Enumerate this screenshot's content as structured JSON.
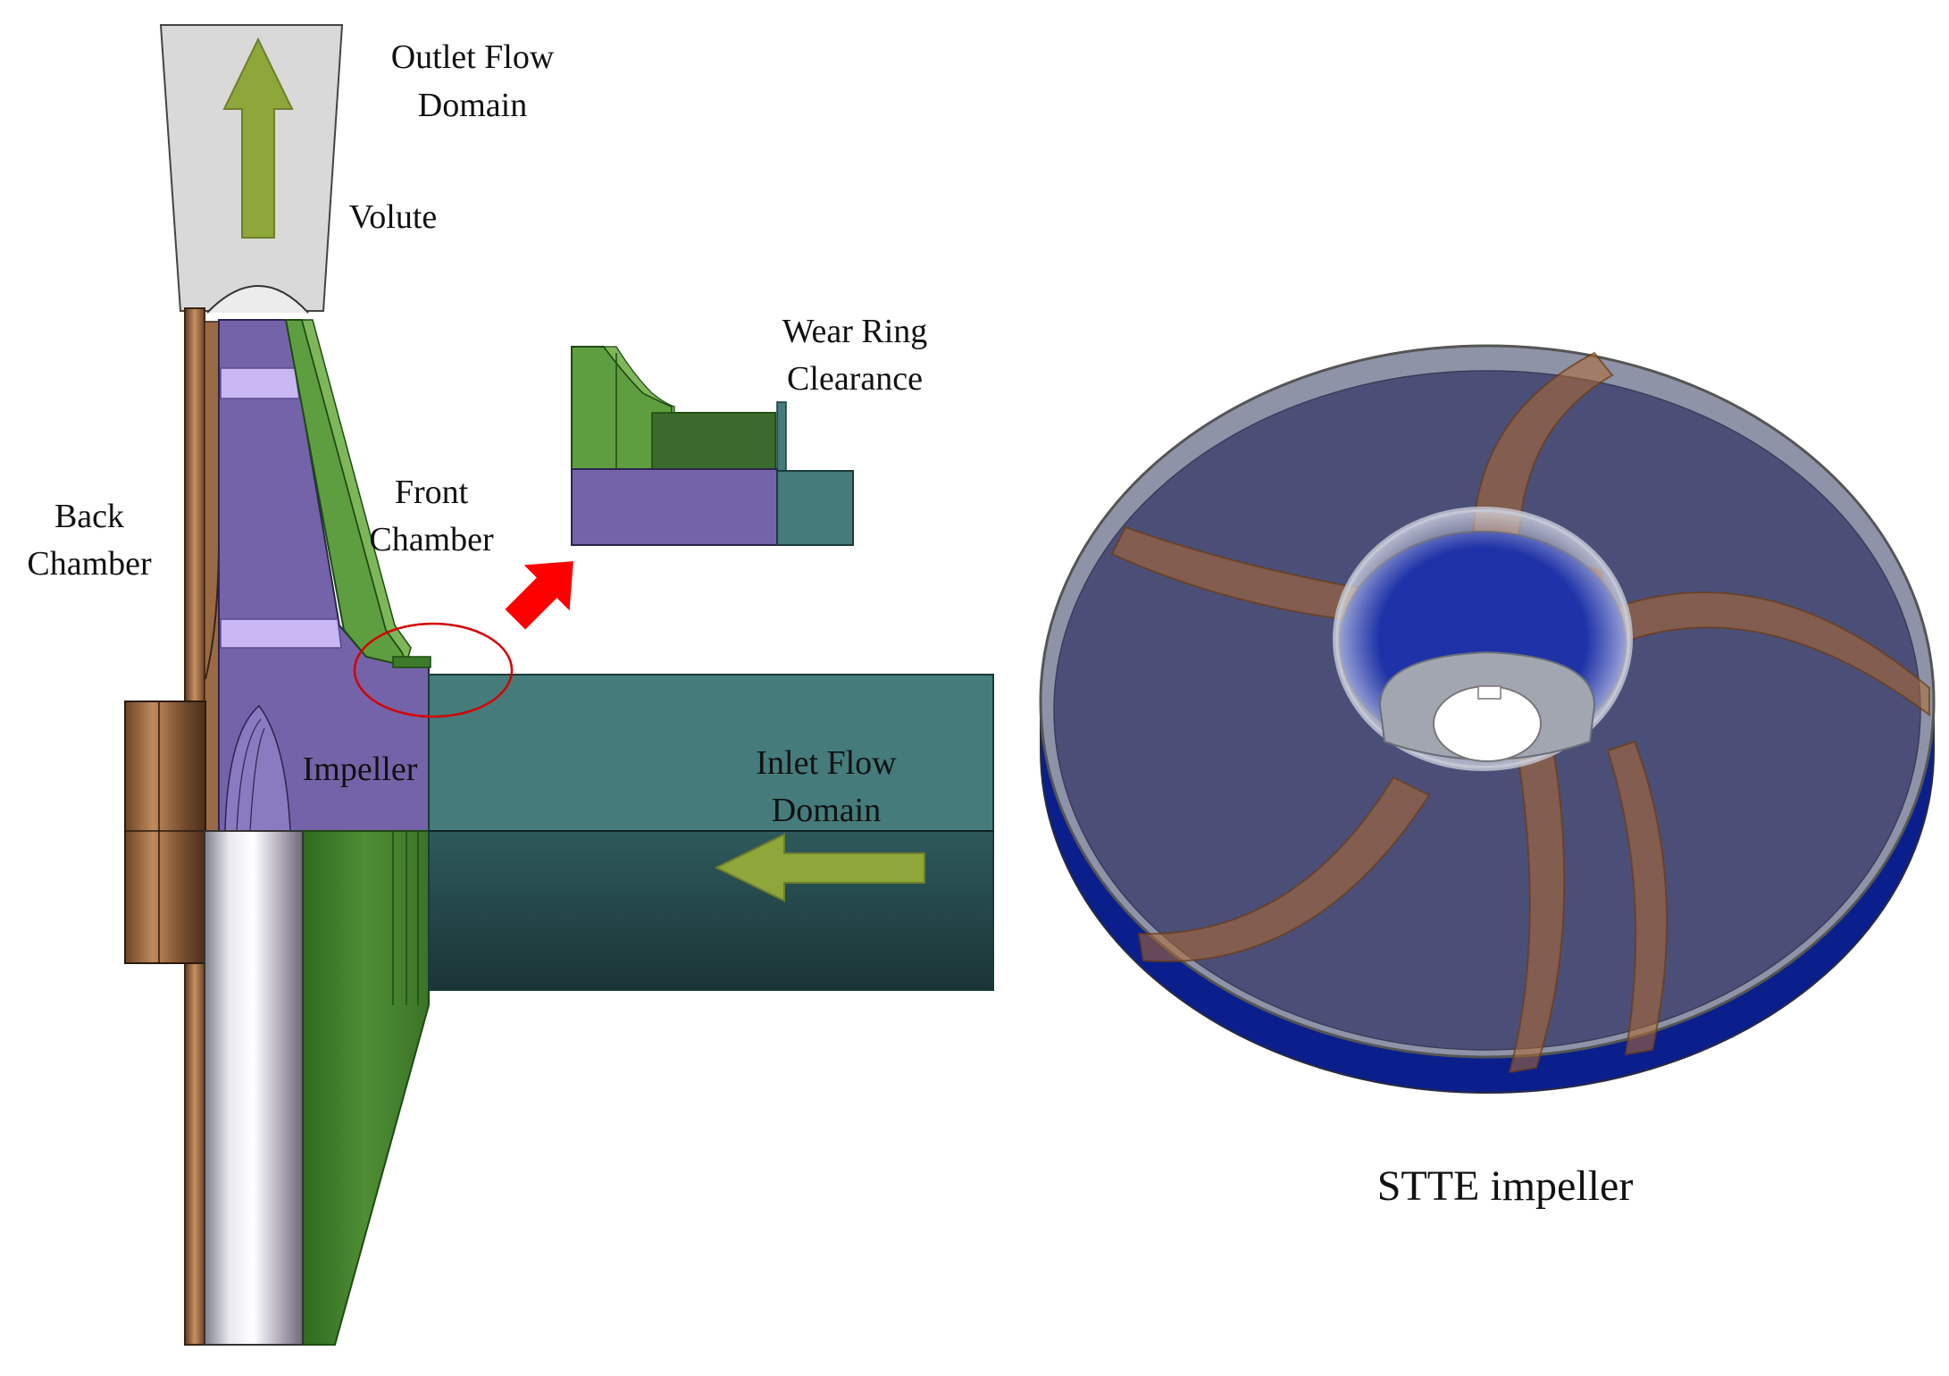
{
  "labels": {
    "outlet_flow_domain": [
      "Outlet Flow",
      "Domain"
    ],
    "volute": "Volute",
    "wear_ring_clearance": [
      "Wear Ring",
      "Clearance"
    ],
    "back_chamber": [
      "Back",
      "Chamber"
    ],
    "front_chamber": [
      "Front",
      "Chamber"
    ],
    "impeller": "Impeller",
    "inlet_flow_domain": [
      "Inlet Flow",
      "Domain"
    ],
    "stte_impeller": "STTE impeller"
  },
  "colors": {
    "volute_fill": "#d9d9d9",
    "impeller_purple": "#7463a8",
    "light_purple_band": "#c8b7f2",
    "front_chamber_green": "#5f9e40",
    "back_chamber_copper": "#9a6a44",
    "inlet_teal": "#457b7b",
    "inlet_teal_dark": "#1f3f42",
    "flow_arrow": "#8fa63a",
    "callout_arrow": "#ff0000",
    "callout_circle": "#d40000",
    "impeller_disc_blue": "#0a1f8c",
    "impeller_disc_gray": "#8e93a8",
    "blade_orange": "#b06a30"
  }
}
